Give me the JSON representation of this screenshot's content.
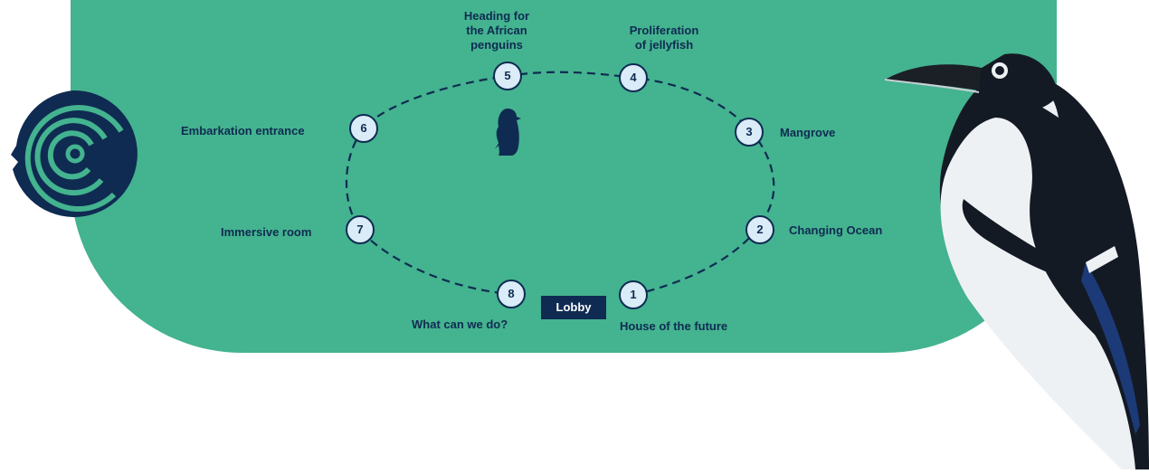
{
  "diagram": {
    "lobby_label": "Lobby",
    "stops": [
      {
        "number": "1",
        "label": "House of the future"
      },
      {
        "number": "2",
        "label": "Changing Ocean"
      },
      {
        "number": "3",
        "label": "Mangrove"
      },
      {
        "number": "4",
        "label_lines": [
          "Proliferation",
          "of jellyfish"
        ]
      },
      {
        "number": "5",
        "label_lines": [
          "Heading for",
          "the African",
          "penguins"
        ]
      },
      {
        "number": "6",
        "label": "Embarkation entrance"
      },
      {
        "number": "7",
        "label": "Immersive room"
      },
      {
        "number": "8",
        "label": "What can we do?"
      }
    ]
  },
  "colors": {
    "panel_green": "#44b38f",
    "navy": "#0f2b52",
    "circle_fill": "#d9ecf7"
  },
  "icons": [
    "spiral-logo-icon",
    "penguin-silhouette-icon",
    "penguin-photo"
  ]
}
